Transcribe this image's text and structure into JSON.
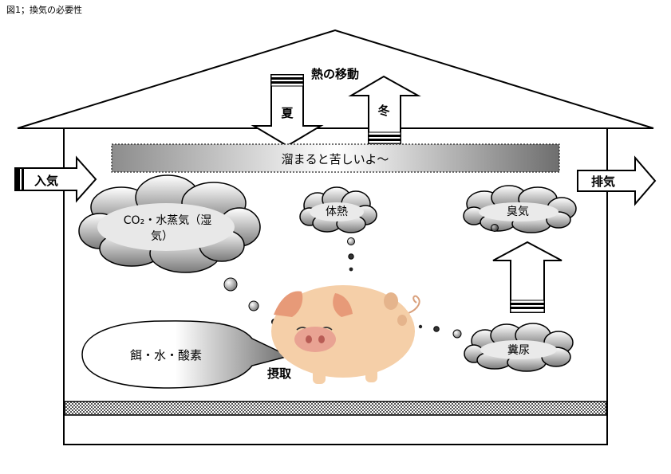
{
  "figure_caption": "図1；換気の必要性",
  "heat_transfer": {
    "title": "熱の移動",
    "summer": "夏",
    "winter": "冬"
  },
  "banner": "溜まると苦しいよ～",
  "intake_label": "入気",
  "exhaust_label": "排気",
  "clouds": {
    "co2_line1": "CO₂・水蒸気（湿",
    "co2_line2": "気）",
    "body_heat": "体熱",
    "odor": "臭気",
    "manure": "糞尿",
    "feed": "餌・水・酸素"
  },
  "intake_caption": "摂取",
  "colors": {
    "cloud_light": "#ffffff",
    "cloud_dark": "#7a7a7a",
    "pig_body": "#f5cfa8",
    "pig_ear": "#e79a78",
    "pig_snout": "#e9a393",
    "pig_spot": "#e5b48c"
  }
}
